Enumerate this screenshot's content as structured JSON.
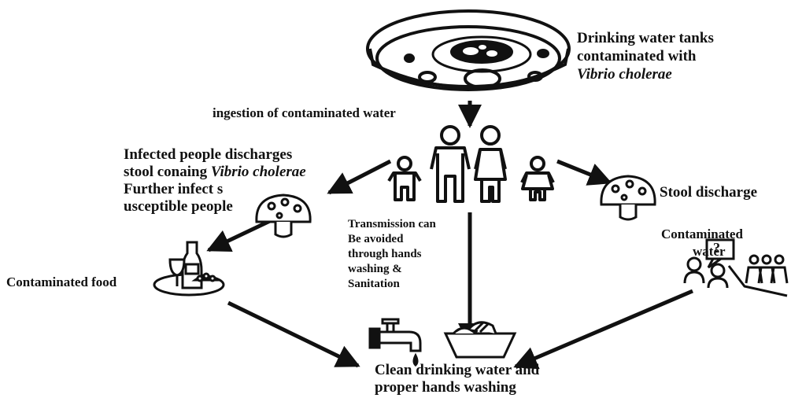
{
  "labels": {
    "tanks": {
      "line1": "Drinking water tanks",
      "line2": "contaminated with",
      "line3": "Vibrio cholerae"
    },
    "ingestion": "ingestion of contaminated water",
    "infected": {
      "line1": "Infected people discharges",
      "line2_prefix": "stool  conaing ",
      "line2_italic": "Vibrio cholerae",
      "line3": "Further infect s",
      "line4": "usceptible people"
    },
    "stool_discharge": "Stool discharge",
    "transmission": {
      "line1": "Transmission can",
      "line2": "Be avoided",
      "line3": "through hands",
      "line4": "washing &",
      "line5": "Sanitation"
    },
    "contaminated_water": {
      "line1": "Contaminated",
      "line2": "water"
    },
    "question_mark": "?",
    "contaminated_food": "Contaminated food",
    "clean": {
      "line1": "Clean drinking water and",
      "line2": "proper hands washing"
    }
  },
  "colors": {
    "ink": "#111111",
    "background": "#ffffff"
  },
  "icons": [
    "petri-dish-icon",
    "family-icon",
    "mushroom-icon",
    "food-wine-icon",
    "crowd-question-icon",
    "tap-icon",
    "washbasin-hands-icon",
    "arrow-icon"
  ]
}
